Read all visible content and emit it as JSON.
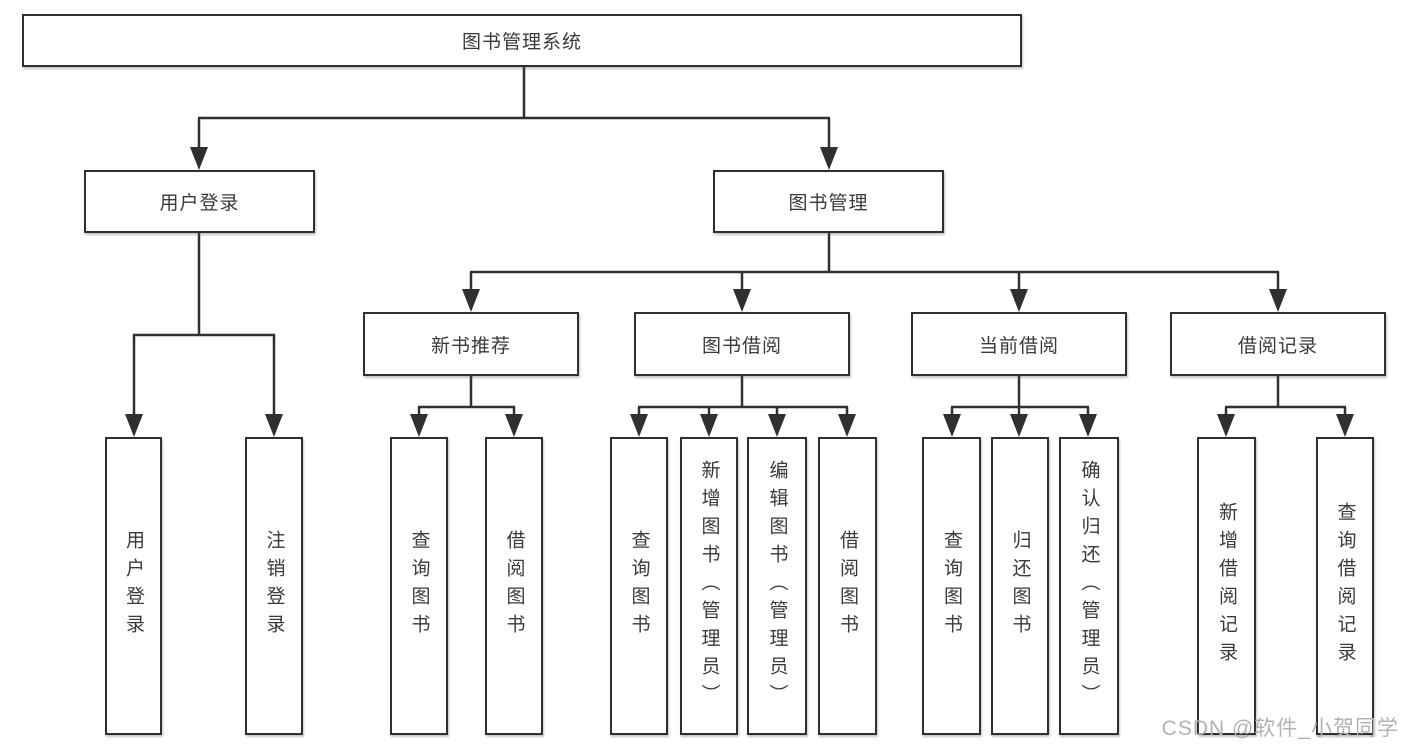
{
  "tree": {
    "root": "图书管理系统",
    "user_login": "用户登录",
    "book_mgmt": "图书管理",
    "new_book_rec": "新书推荐",
    "book_borrow": "图书借阅",
    "current_borrow": "当前借阅",
    "borrow_records": "借阅记录",
    "leaves": {
      "login": "用户登录",
      "logout": "注销登录",
      "rec_query": "查询图书",
      "rec_borrow": "借阅图书",
      "borrow_query": "查询图书",
      "borrow_add": "新增图书（管理员）",
      "borrow_edit": "编辑图书（管理员）",
      "borrow_borrow": "借阅图书",
      "cur_query": "查询图书",
      "cur_return": "归还图书",
      "cur_confirm": "确认归还（管理员）",
      "record_add": "新增借阅记录",
      "record_query": "查询借阅记录"
    }
  },
  "watermark": "CSDN @软件_小贺同学",
  "colors": {
    "line": "#303030",
    "box_border": "#2f2f2f",
    "text": "#3a3a3a",
    "watermark": "#b2b2b2",
    "background": "#ffffff"
  }
}
